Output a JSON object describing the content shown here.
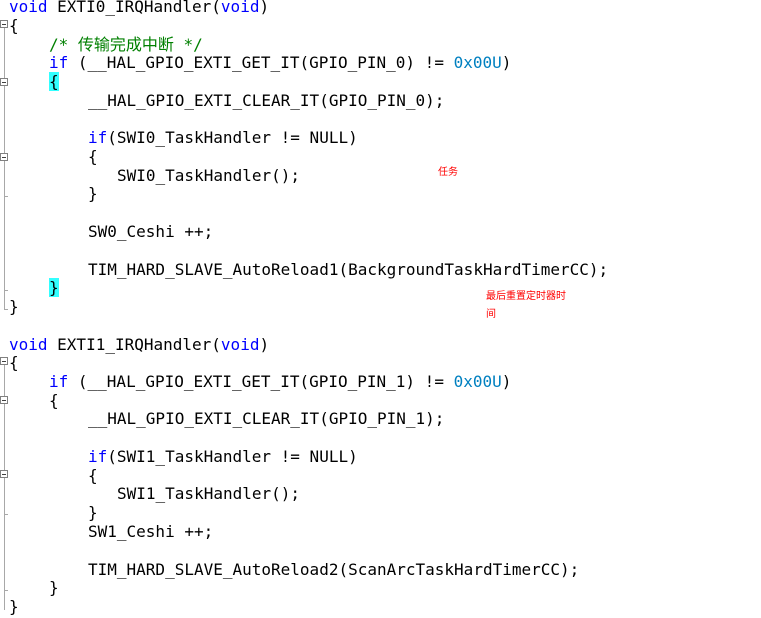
{
  "code": {
    "fn0_sig_kw": "void",
    "fn0_sig_name": " EXTI0_IRQHandler(",
    "fn0_sig_param": "void",
    "fn0_sig_close": ")",
    "brace_open": "{",
    "brace_close": "}",
    "comment": "/* 传输完成中断 */",
    "if_kw": "if",
    "if0_a": " (__HAL_GPIO_EXTI_GET_IT(GPIO_PIN_0) != ",
    "hex": "0x00U",
    "paren_close": ")",
    "clear0": "__HAL_GPIO_EXTI_CLEAR_IT(GPIO_PIN_0);",
    "if0_null": "(SWI0_TaskHandler != NULL)",
    "call0": "SWI0_TaskHandler();",
    "ceshi0": "SW0_Ceshi ++;",
    "reload0": "TIM_HARD_SLAVE_AutoReload1(BackgroundTaskHardTimerCC);",
    "fn1_sig_name": " EXTI1_IRQHandler(",
    "if1_a": " (__HAL_GPIO_EXTI_GET_IT(GPIO_PIN_1) != ",
    "clear1": "__HAL_GPIO_EXTI_CLEAR_IT(GPIO_PIN_1);",
    "if1_null": "(SWI1_TaskHandler != NULL)",
    "call1": "SWI1_TaskHandler();",
    "ceshi1": "SW1_Ceshi ++;",
    "reload1": "TIM_HARD_SLAVE_AutoReload2(ScanArcTaskHardTimerCC);"
  },
  "notes": {
    "task": "任务",
    "reset_line1": "最后重置定时器时",
    "reset_line2": "间"
  },
  "colors": {
    "keyword": "#0000ff",
    "comment": "#008000",
    "number": "#0080c0",
    "brace_highlight": "#33ffff",
    "note": "#ff0000"
  }
}
